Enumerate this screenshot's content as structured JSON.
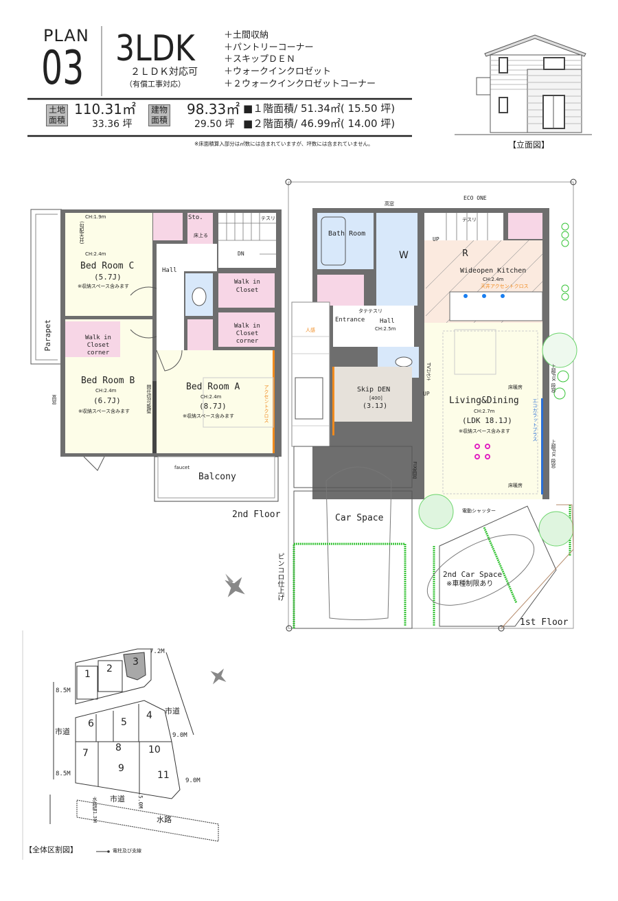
{
  "header": {
    "plan_label": "PLAN",
    "plan_number": "03",
    "layout_type": "3LDK",
    "alt_layout": "２ＬＤＫ対応可",
    "alt_layout_note": "（有償工事対応）",
    "features": [
      "＋土間収納",
      "＋パントリーコーナー",
      "＋スキップＤＥＮ",
      "＋ウォークインクロゼット",
      "＋２ウォークインクロゼットコーナー"
    ]
  },
  "areas": {
    "land_label_1": "土地",
    "land_label_2": "面積",
    "land_sqm": "110.31㎡",
    "land_tsubo": "33.36 坪",
    "building_label_1": "建物",
    "building_label_2": "面積",
    "building_sqm": "98.33㎡",
    "building_tsubo": "29.50 坪",
    "floor1": "■１階面積/ 51.34㎡( 15.50 坪)",
    "floor2": "■２階面積/ 46.99㎡( 14.00 坪)",
    "footnote": "※床面積算入部分は㎡数には含まれていますが、坪数には含まれていません。"
  },
  "elevation": {
    "label": "【立面図】"
  },
  "floor2": {
    "title": "2nd Floor",
    "parapet": "Parapet",
    "hall": "Hall",
    "sto": "Sto.",
    "sto_note": "床上る",
    "dn": "DN",
    "handrail": "テスリ",
    "ch_c1": "CH:1.9m",
    "ch_c2": "CH:2.4m",
    "slope_ceiling": "(勾配天井)",
    "bedroom_c": {
      "name": "Bed Room C",
      "size": "(5.7J)",
      "note": "※収納スペース含みます"
    },
    "bedroom_b": {
      "name": "Bed Room B",
      "ch": "CH:2.4m",
      "size": "(6.7J)",
      "note": "※収納スペース含みます"
    },
    "bedroom_a": {
      "name": "Bed Room A",
      "ch": "CH:2.4m",
      "size": "(8.7J)",
      "note": "※収納スペース含みます"
    },
    "wic": "Walk in Closet",
    "wic_corner_b": "Walk in Closet corner",
    "wic_corner_a": "Walk in Closet corner",
    "partition": "間仕切可能壁",
    "accent_cloth": "アクセントクロス",
    "high_window": "高窓",
    "faucet": "faucet",
    "balcony": "Balcony"
  },
  "floor1": {
    "title": "1st Floor",
    "eco_one": "ECO ONE",
    "high_window": "高窓",
    "bath": "Bath Room",
    "wash": "W",
    "pantry": "R",
    "up1": "UP",
    "up2": "UP",
    "handrail": "テスリ",
    "kitchen": {
      "name": "Wideopen Kitchen",
      "ch": "CH:2.4m",
      "note": "天井アクセントクロス"
    },
    "entrance": "Entrance",
    "hall": {
      "name": "Hall",
      "ch": "CH:2.5m"
    },
    "sensor": "人感",
    "vertical_rail": "タテテスリ",
    "skip_den": {
      "name": "Skip DEN",
      "level": "[400]",
      "size": "(3.1J)"
    },
    "living": {
      "name": "Living&Dining",
      "ch": "CH:2.7m",
      "size": "(LDK 18.1J)",
      "note": "※収納スペース含みます"
    },
    "floor_heating": "床暖房",
    "tv_outlet": "TVｺﾝｾﾝﾄ",
    "car_space": "Car Space",
    "car_space_2": "2nd Car Space",
    "car_note": "※車種制限あり",
    "shutter": "電動シャッター",
    "fix_window": "FIX高窓",
    "upper_fix": "上部FIX 段窓",
    "eco_glass": "エコカラットプラス",
    "pinkoro": "ピンコロ仕上げ"
  },
  "site_plan": {
    "title": "【全体区割図】",
    "legend": "電柱及び支線",
    "lots": [
      "1",
      "2",
      "3",
      "4",
      "5",
      "6",
      "7",
      "8",
      "9",
      "10",
      "11"
    ],
    "highlighted_lot": "3",
    "road": "市道",
    "waterway": "水路",
    "dim_72": "7.2M",
    "dim_85a": "8.5M",
    "dim_85b": "8.5M",
    "dim_90a": "9.0M",
    "dim_90b": "9.0M",
    "dim_50": "5.0M",
    "waterway_width": "水路幅1.3M"
  },
  "colors": {
    "wall": "#6e6e6e",
    "room_yellow": "#fdfde8",
    "closet_pink": "#f7d6e6",
    "wet_blue": "#d8e8fa",
    "kitchen_peach": "#fbeadf",
    "den_beige": "#e6e1da",
    "accent_orange": "#f08a1e",
    "green": "#38c438",
    "highlight_lot": "#a8a8a8"
  }
}
